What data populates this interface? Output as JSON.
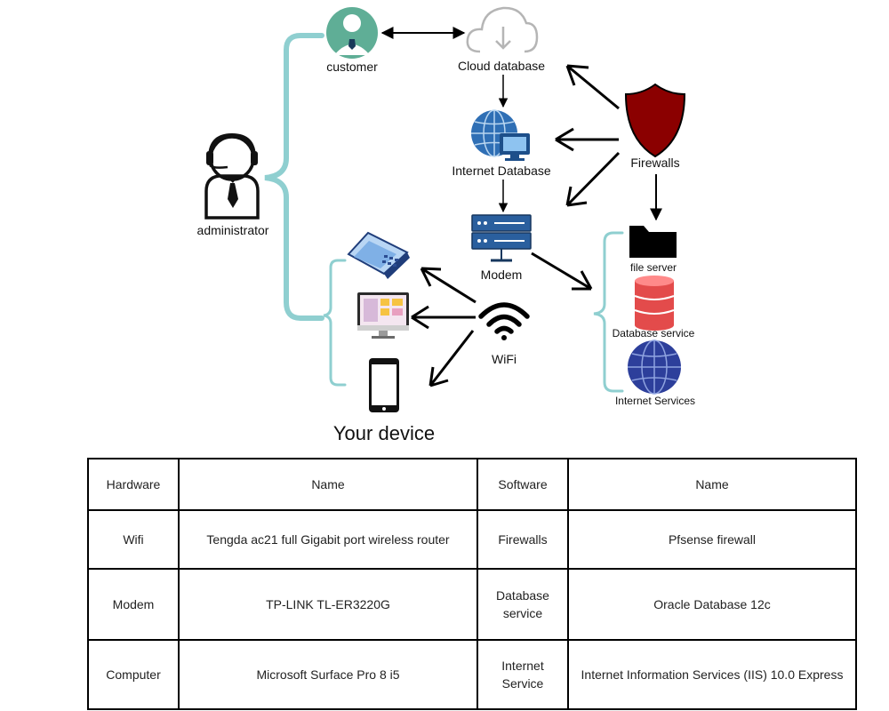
{
  "diagram": {
    "customer": "customer",
    "cloud_database": "Cloud database",
    "internet_database": "Internet Database",
    "modem": "Modem",
    "firewalls": "Firewalls",
    "administrator": "administrator",
    "wifi": "WiFi",
    "file_server": "file server",
    "database_service": "Database service",
    "internet_services": "Internet Services",
    "your_device": "Your device"
  },
  "colors": {
    "teal_bracket": "#8fcfd0",
    "customer_avatar": "#5fae96",
    "firewall_shield": "#8b0000",
    "globe_blue": "#2f6fb5",
    "database_red": "#e34b4b",
    "internet_globe": "#2d3f9b",
    "modem_blue": "#2a5f9e"
  },
  "table": {
    "headers": [
      "Hardware",
      "Name",
      "Software",
      "Name"
    ],
    "rows": [
      [
        "Wifi",
        "Tengda ac21 full Gigabit port wireless router",
        "Firewalls",
        "Pfsense firewall"
      ],
      [
        "Modem",
        "TP-LINK TL-ER3220G",
        "Database service",
        "Oracle Database 12c"
      ],
      [
        "Computer",
        "Microsoft Surface Pro 8 i5",
        "Internet Service",
        "Internet Information Services (IIS) 10.0 Express"
      ]
    ]
  }
}
